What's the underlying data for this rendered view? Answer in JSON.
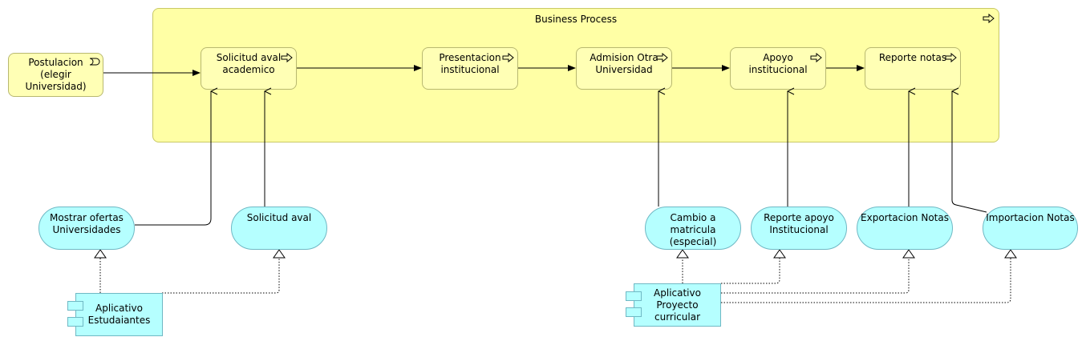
{
  "container": {
    "title": "Business Process",
    "fill": "#ffffa5"
  },
  "event": {
    "label": "Postulacion (elegir Universidad)"
  },
  "processes": [
    {
      "id": "p1",
      "label": "Solicitud aval academico"
    },
    {
      "id": "p2",
      "label": "Presentacion institucional"
    },
    {
      "id": "p3",
      "label": "Admision Otra Universidad"
    },
    {
      "id": "p4",
      "label": "Apoyo institucional"
    },
    {
      "id": "p5",
      "label": "Reporte notas"
    }
  ],
  "services": [
    {
      "id": "s1",
      "label": "Mostrar ofertas Universidades"
    },
    {
      "id": "s2",
      "label": "Solicitud aval"
    },
    {
      "id": "s3",
      "label": "Cambio a matricula (especial)"
    },
    {
      "id": "s4",
      "label": "Reporte apoyo Institucional"
    },
    {
      "id": "s5",
      "label": "Exportacion Notas"
    },
    {
      "id": "s6",
      "label": "Importacion Notas"
    }
  ],
  "components": [
    {
      "id": "c1",
      "label": "Aplicativo Estudaiantes"
    },
    {
      "id": "c2",
      "label": "Aplicativo Proyecto curricular"
    }
  ],
  "colors": {
    "process": "#ffffb5",
    "service": "#b5ffff",
    "border_yellow": "#b8b870",
    "border_cyan": "#6fb8c4"
  },
  "icons": {
    "process": "process-arrow-icon",
    "event": "event-icon",
    "component": "component-icon"
  }
}
